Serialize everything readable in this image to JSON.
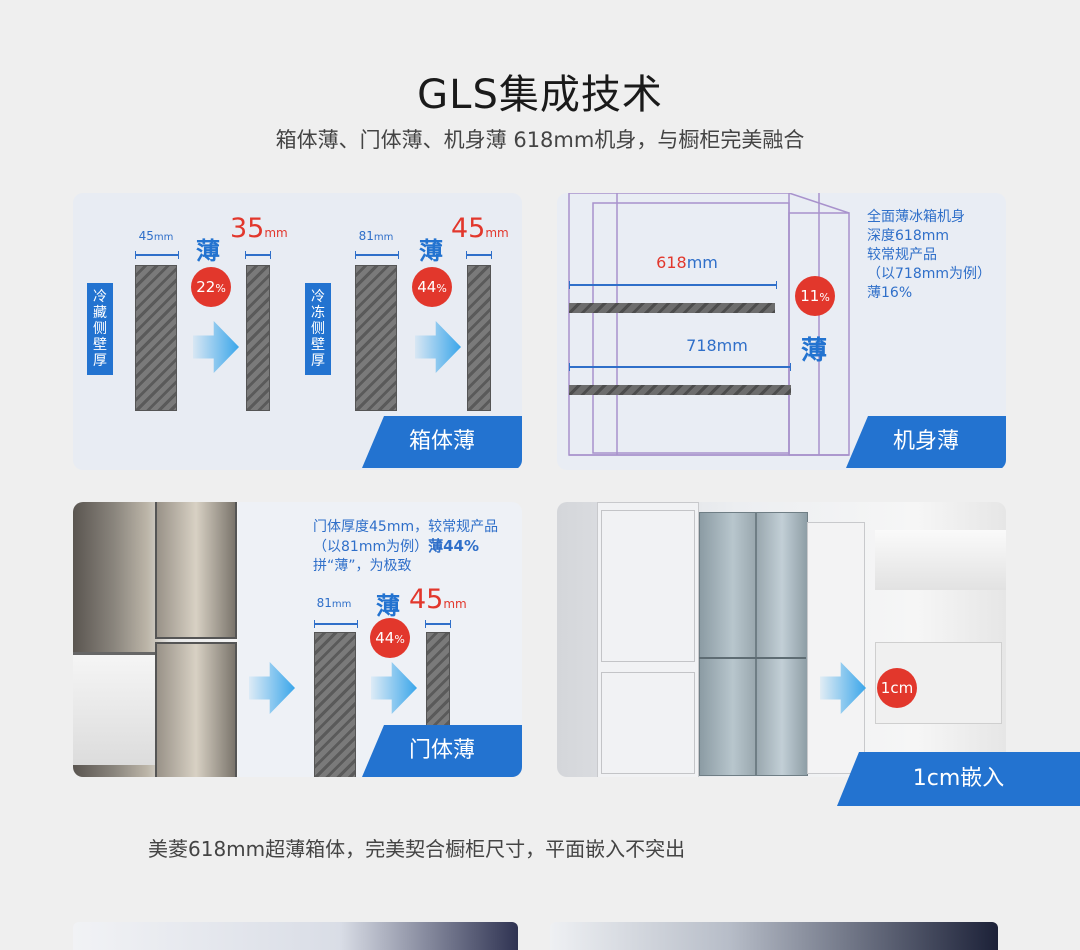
{
  "header": {
    "title": "GLS集成技术",
    "subtitle": "箱体薄、门体薄、机身薄  618mm机身，与橱柜完美融合"
  },
  "panel_cabinet": {
    "label_fridge": "冷藏侧壁厚",
    "label_freezer": "冷冻侧壁厚",
    "fridge_old": "45",
    "fridge_new": "35",
    "fridge_pct": "22",
    "freezer_old": "81",
    "freezer_new": "45",
    "freezer_pct": "44",
    "unit_mm": "mm",
    "unit_pct": "%",
    "bo": "薄",
    "tag": "箱体薄"
  },
  "panel_body": {
    "width_new": "618",
    "width_old": "718mm",
    "pct": "11",
    "bo": "薄",
    "desc": [
      "全面薄冰箱机身",
      "深度618mm",
      "较常规产品",
      "（以718mm为例）",
      "薄16%"
    ],
    "tag": "机身薄"
  },
  "panel_door": {
    "desc_line1": "门体厚度45mm，较常规产品",
    "desc_line2a": "（以81mm为例）",
    "desc_line2b": "薄44%",
    "desc_line3": "拼“薄”，为极致",
    "old": "81",
    "new": "45",
    "pct": "44",
    "bo": "薄",
    "tag": "门体薄"
  },
  "panel_embed": {
    "circle": "1cm",
    "tag": "1cm嵌入"
  },
  "caption": "美菱618mm超薄箱体，完美契合橱柜尺寸，平面嵌入不突出",
  "colors": {
    "accent": "#2373d0",
    "red": "#e2372c",
    "dim": "#2f6fc9"
  }
}
